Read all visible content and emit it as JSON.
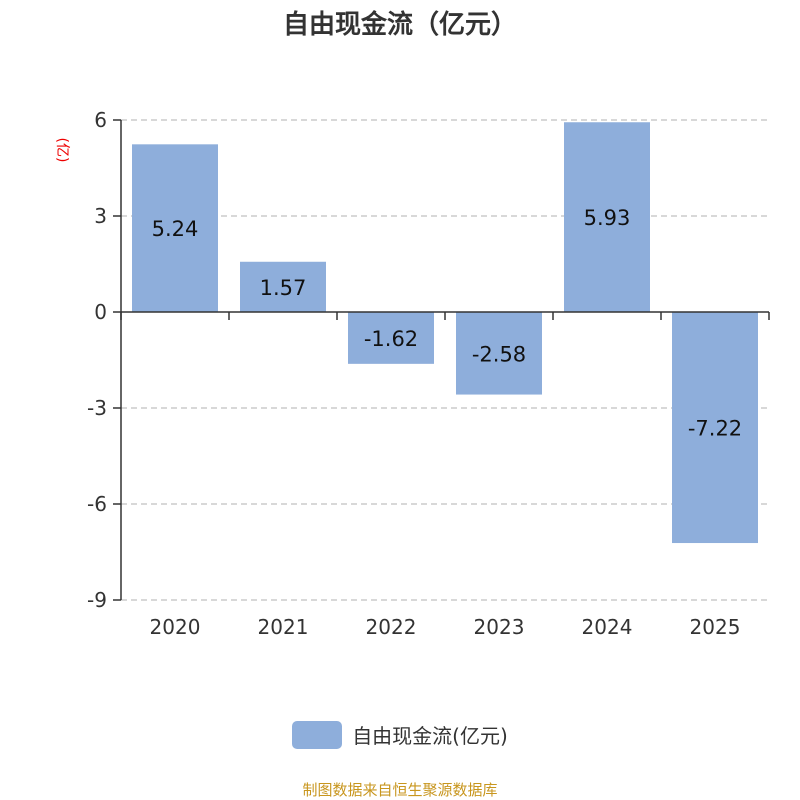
{
  "chart_data": {
    "type": "bar",
    "title": "自由现金流（亿元）",
    "ylabel": "(亿)",
    "xlabel": "",
    "categories": [
      "2020",
      "2021",
      "2022",
      "2023",
      "2024",
      "2025"
    ],
    "series": [
      {
        "name": "自由现金流(亿元)",
        "values": [
          5.24,
          1.57,
          -1.62,
          -2.58,
          5.93,
          -7.22
        ]
      }
    ],
    "value_labels": [
      "5.24",
      "1.57",
      "-1.62",
      "-2.58",
      "5.93",
      "-7.22"
    ],
    "ylim": [
      -9,
      6
    ],
    "yticks": [
      6,
      3,
      0,
      -3,
      -6,
      -9
    ],
    "grid": true,
    "legend_position": "bottom",
    "bar_color": "#8eaedb"
  },
  "source": "制图数据来自恒生聚源数据库"
}
